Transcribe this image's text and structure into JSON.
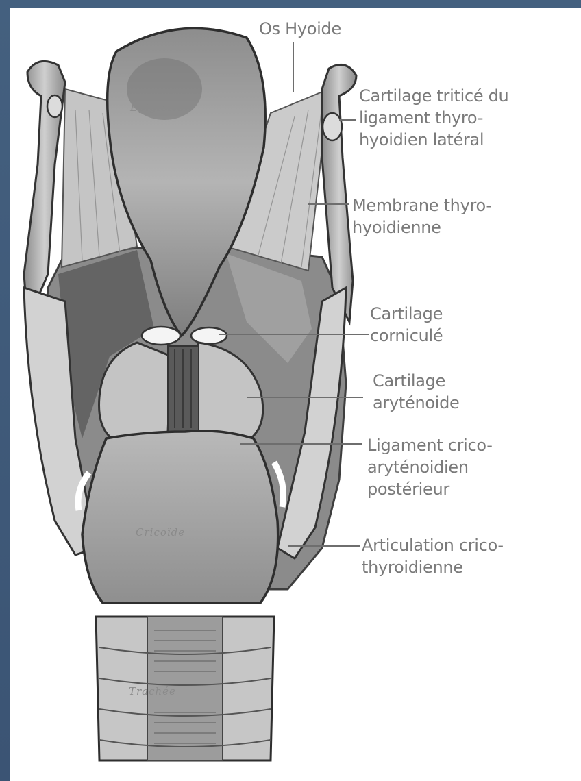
{
  "colors": {
    "frame": "#3f5878",
    "sheet": "#ffffff",
    "label_text": "#7a7a7a",
    "leader_line": "#6e6e6e"
  },
  "labels": {
    "os_hyoide": "Os Hyoide",
    "cartilage_triticé": "Cartilage triticé du\nligament thyro-\nhyoidien latéral",
    "membrane": "Membrane thyro-\nhyoidienne",
    "corniculé": "Cartilage\ncorniculé",
    "aryténoïde": "Cartilage\naryténoide",
    "ligament": "Ligament crico-\naryténoidien\npostérieur",
    "articulation": "Articulation crico-\nthyroidienne"
  },
  "engraved_text": {
    "epiglotte": "Épiglotte",
    "cricoide": "Cricoïde",
    "trachee": "Trachée"
  }
}
